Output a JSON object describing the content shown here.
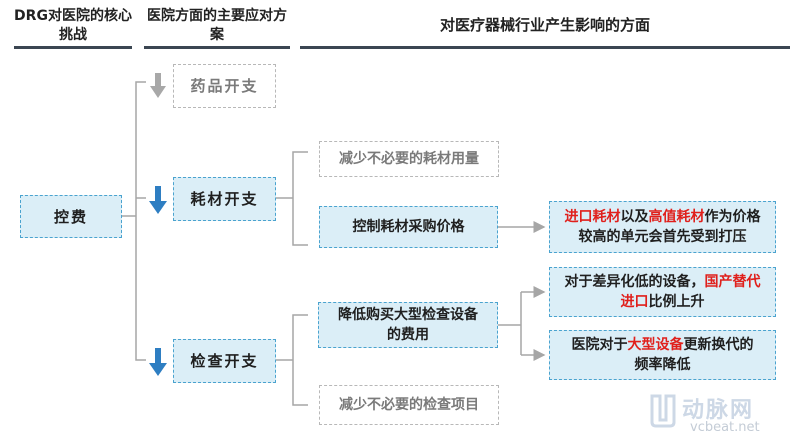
{
  "headers": {
    "col1": "DRG对医院的核心挑战",
    "col2": "医院方面的主要应对方案",
    "col3": "对医疗器械行业产生影响的方面"
  },
  "challenge": "控费",
  "responses": {
    "drug": "药品开支",
    "consumables": "耗材开支",
    "exam": "检查开支"
  },
  "actions": {
    "reduce_consumables": "减少不必要的耗材用量",
    "control_price": "控制耗材采购价格",
    "reduce_equipment_cost": "降低购买大型检查设备的费用",
    "reduce_exams": "减少不必要的检查项目"
  },
  "impacts": {
    "impact1": {
      "hl1": "进口耗材",
      "t1": "以及",
      "hl2": "高值耗材",
      "t2": "作为价格较高的单元会首先受到打压"
    },
    "impact2": {
      "t1": "对于差异化低的设备，",
      "hl1": "国产替代进口",
      "t2": "比例上升"
    },
    "impact3": {
      "t1": "医院对于",
      "hl1": "大型设备",
      "t2": "更新换代的频率降低"
    }
  },
  "watermark": {
    "brand": "动脉网",
    "url": "vcbeat.net"
  },
  "colors": {
    "accent_blue": "#2e7ec2",
    "grey_arrow": "#a8a8a8",
    "highlight_red": "#e0201c",
    "box_fill": "#dbeef7"
  }
}
